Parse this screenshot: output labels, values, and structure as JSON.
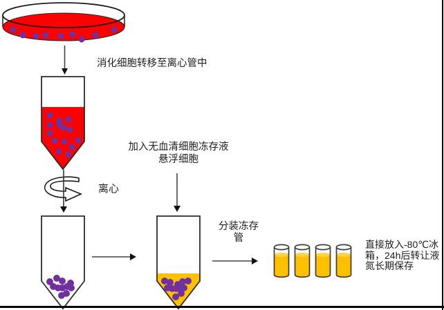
{
  "labels": {
    "step1": "消化细胞转移至离心管中",
    "centrifuge": "离心",
    "step2_line1": "加入无血清细胞冻存液",
    "step2_line2": "悬浮细胞",
    "step3_line1": "分装冻存",
    "step3_line2": "管",
    "step4_line1": "直接放入-80℃冰",
    "step4_line2": "箱，24h后转让液",
    "step4_line3": "氮长期保存"
  },
  "colors": {
    "medium_red": "#FF0000",
    "cell_purple": "#7030A0",
    "cryo_orange": "#FFC000",
    "cryo_orange_light": "#FFD24A",
    "outline_dark": "#2B2B2B"
  },
  "icons": {
    "dish_to_tube": "down-arrow-icon",
    "spin": "centrifuge-rotation-icon",
    "tube_to_tube": "right-arrow-icon",
    "tube_to_vials": "right-arrow-icon",
    "add_medium": "down-arrow-icon"
  }
}
